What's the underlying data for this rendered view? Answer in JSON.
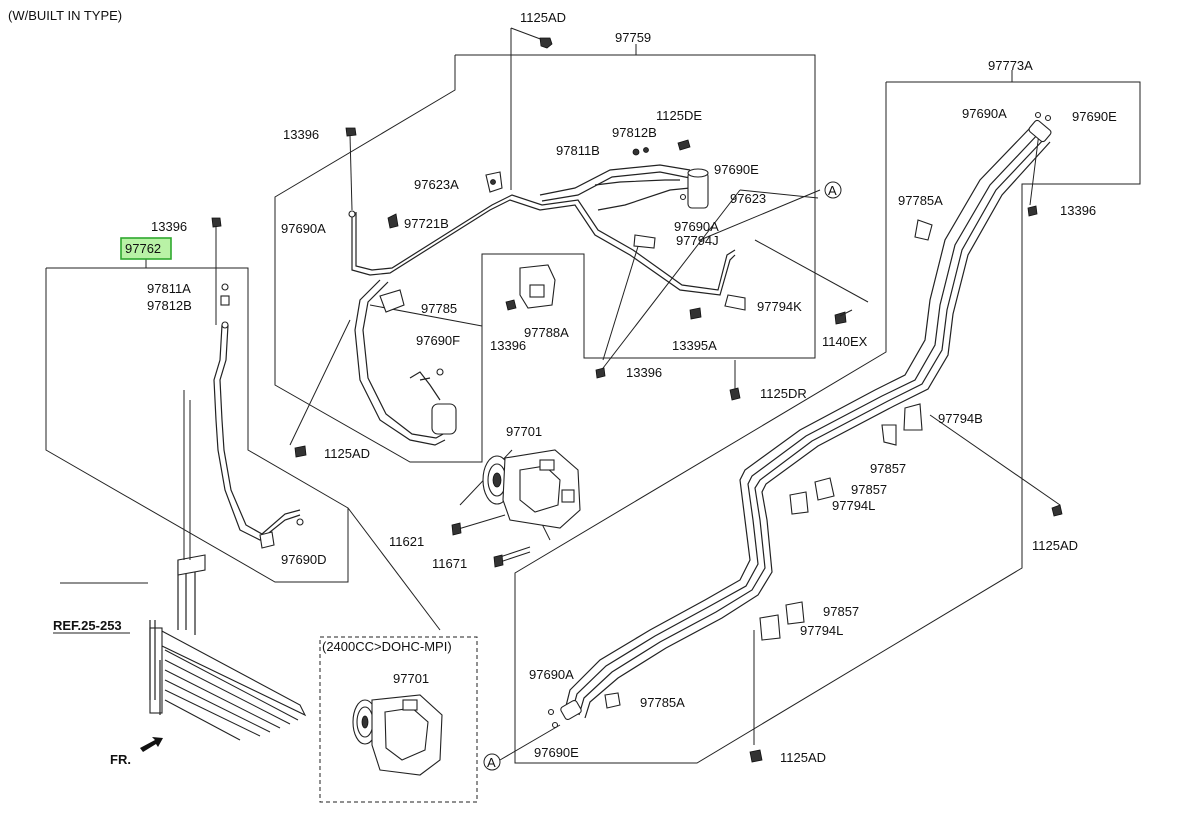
{
  "header": {
    "note": "(W/BUILT IN TYPE)"
  },
  "highlight": {
    "label": "97762",
    "color": "#b9f2a6"
  },
  "callouts": {
    "c_1125AD_top": "1125AD",
    "c_97759": "97759",
    "c_97773A": "97773A",
    "c_13396_a": "13396",
    "c_13396_b": "13396",
    "c_97811A": "97811A",
    "c_97812B_l": "97812B",
    "c_1125DE": "1125DE",
    "c_97812B": "97812B",
    "c_97811B": "97811B",
    "c_97690E_top": "97690E",
    "c_97623A": "97623A",
    "c_97623": "97623",
    "c_97690A_l": "97690A",
    "c_97721B": "97721B",
    "c_97690A_m": "97690A",
    "c_97794J": "97794J",
    "c_97785": "97785",
    "c_97788A": "97788A",
    "c_13396_c": "13396",
    "c_13395A": "13395A",
    "c_97794K": "97794K",
    "c_1140EX": "1140EX",
    "c_97690F": "97690F",
    "c_13396_d": "13396",
    "c_1125DR": "1125DR",
    "c_1125AD_l": "1125AD",
    "c_97701": "97701",
    "c_11621": "11621",
    "c_11671": "11671",
    "c_97690D": "97690D",
    "c_97690A_r": "97690A",
    "c_97690E_r": "97690E",
    "c_13396_r": "13396",
    "c_97785A_r": "97785A",
    "c_97794B": "97794B",
    "c_97857_a": "97857",
    "c_97857_b": "97857",
    "c_97794L_a": "97794L",
    "c_1125AD_r": "1125AD",
    "c_97857_c": "97857",
    "c_97794L_b": "97794L",
    "c_97690A_b": "97690A",
    "c_97785A_b": "97785A",
    "c_97690E_b": "97690E",
    "c_1125AD_b": "1125AD",
    "c_ref": "REF.25-253",
    "c_fr": "FR.",
    "c_variant": "(2400CC>DOHC-MPI)",
    "c_97701_b": "97701",
    "marker_a1": "A",
    "marker_a2": "A"
  }
}
